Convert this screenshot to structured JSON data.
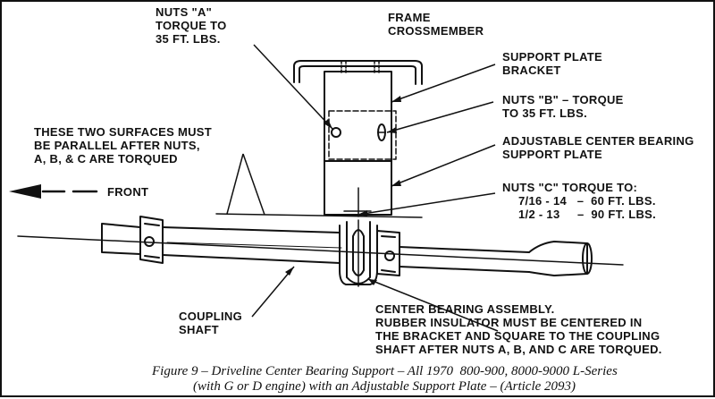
{
  "labels": {
    "nuts_a": "NUTS \"A\"\nTORQUE TO\n35 FT. LBS.",
    "frame": "FRAME\nCROSSMEMBER",
    "support_bracket": "SUPPORT PLATE\nBRACKET",
    "nuts_b": "NUTS \"B\" – TORQUE\nTO 35 FT. LBS.",
    "parallel": "THESE TWO SURFACES MUST\nBE PARALLEL AFTER NUTS,\nA, B, & C ARE TORQUED",
    "adjustable_plate": "ADJUSTABLE CENTER BEARING\nSUPPORT PLATE",
    "front": "FRONT",
    "nuts_c": "NUTS \"C\" TORQUE TO:",
    "nuts_c_spec1": "7/16 - 14   –  60 FT. LBS.",
    "nuts_c_spec2": "1/2 - 13     –  90 FT. LBS.",
    "coupling_shaft": "COUPLING\nSHAFT",
    "center_bearing": "CENTER BEARING ASSEMBLY.\nRUBBER INSULATOR MUST BE CENTERED IN\nTHE BRACKET AND SQUARE TO THE COUPLING\nSHAFT AFTER NUTS A, B, AND C ARE TORQUED."
  },
  "caption": {
    "line1": "Figure 9 – Driveline Center Bearing Support – All 1970  800-900, 8000-9000 L-Series",
    "line2": "(with G or D engine) with an Adjustable Support Plate – (Article 2093)"
  }
}
